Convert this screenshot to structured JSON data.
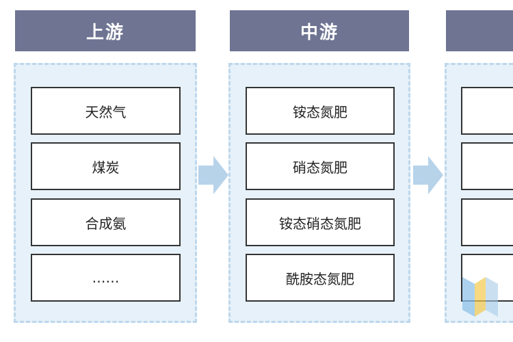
{
  "columns": [
    {
      "title": "上游",
      "items": [
        "天然气",
        "煤炭",
        "合成氨",
        "……"
      ]
    },
    {
      "title": "中游",
      "items": [
        "铵态氮肥",
        "硝态氮肥",
        "铵态硝态氮肥",
        "酰胺态氮肥"
      ]
    },
    {
      "title": "",
      "items": [
        "",
        "",
        "",
        ""
      ]
    }
  ],
  "colors": {
    "header_bg": "#6e7492",
    "panel_bg": "#e6f1f9",
    "panel_border": "#bdd7ec",
    "arrow": "#b7d3ea",
    "box_border": "#333333"
  }
}
